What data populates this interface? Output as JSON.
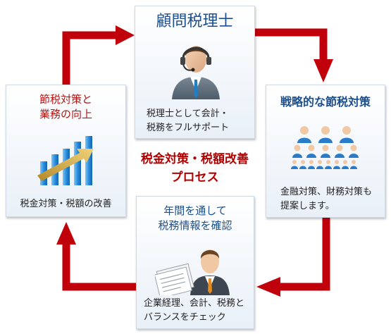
{
  "top_card": {
    "title": "顧問税理士",
    "line1": "税理士として会計・",
    "line2": "税務をフルサポート",
    "icon": "consultant-headset-icon"
  },
  "right_card": {
    "title": "戦略的な節税対策",
    "line1": "金融対策、財務対策も",
    "line2": "提案します。",
    "icon": "people-group-icon"
  },
  "bottom_card": {
    "title_line1": "年間を通して",
    "title_line2": "税務情報を確認",
    "line1": "企業経理、会計、税務と",
    "line2": "バランスをチェック",
    "icon": "businessman-documents-icon"
  },
  "left_card": {
    "title_line1": "節税対策と",
    "title_line2": "業務の向上",
    "line1": "税金対策・税額の改善",
    "icon": "growth-bar-chart-icon"
  },
  "center": {
    "line1": "税金対策・税額改善",
    "line2": "プロセス"
  },
  "colors": {
    "arrow": "#c0000a",
    "title_blue": "#1d4f8e",
    "title_red": "#b31515",
    "center_text": "#b00000"
  }
}
